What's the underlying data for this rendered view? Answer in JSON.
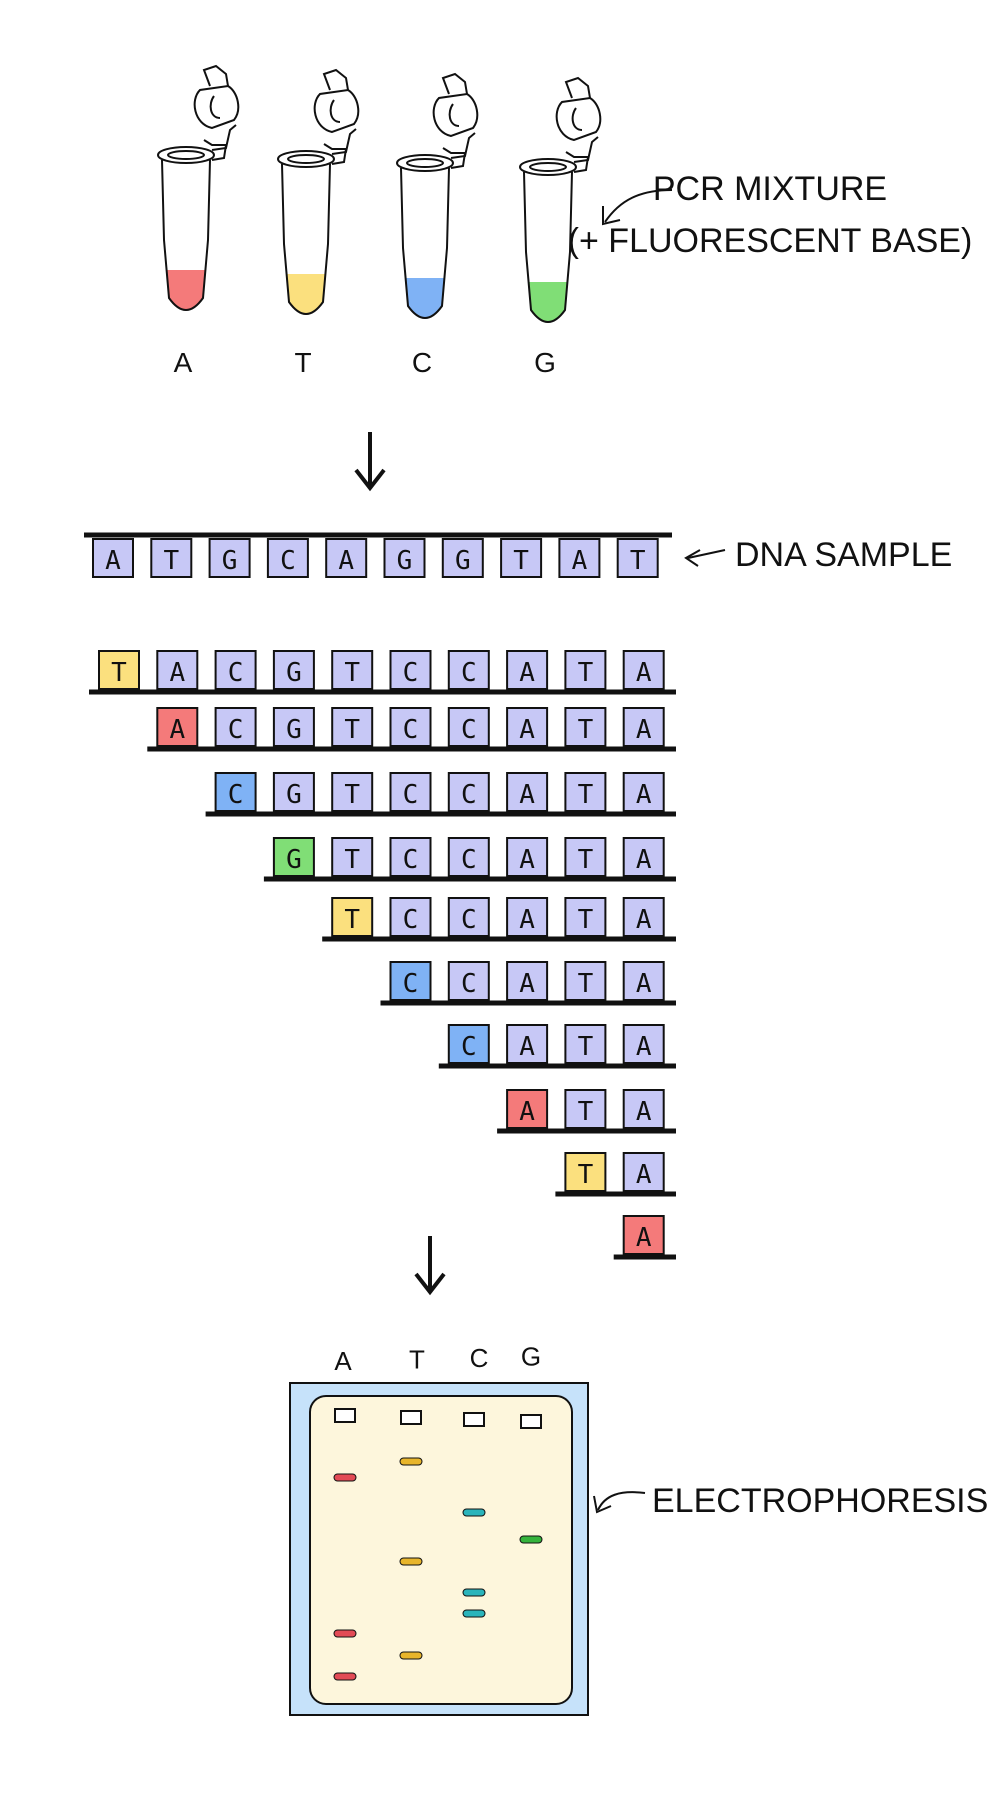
{
  "colors": {
    "A": "#f47a7a",
    "T": "#fbe07e",
    "C": "#7fb2f5",
    "G": "#80de76",
    "template": "#c7c8f6",
    "gel_outer": "#c6e2fa",
    "gel_inner": "#fdf6dc",
    "band_A": "#e24a55",
    "band_T": "#e8b52b",
    "band_C": "#2ab4bb",
    "band_G": "#35b33c"
  },
  "tubes": [
    {
      "base": "A",
      "label": "A"
    },
    {
      "base": "T",
      "label": "T"
    },
    {
      "base": "C",
      "label": "C"
    },
    {
      "base": "G",
      "label": "G"
    }
  ],
  "labels": {
    "pcr_line1": "PCR MIXTURE",
    "pcr_line2": "(+ FLUORESCENT BASE)",
    "dna_sample": "DNA SAMPLE",
    "electrophoresis": "ELECTROPHORESIS"
  },
  "dna_sample": [
    "A",
    "T",
    "G",
    "C",
    "A",
    "G",
    "G",
    "T",
    "A",
    "T"
  ],
  "complement": [
    "T",
    "A",
    "C",
    "G",
    "T",
    "C",
    "C",
    "A",
    "T",
    "A"
  ],
  "gel": {
    "lanes": [
      "A",
      "T",
      "C",
      "G"
    ],
    "bands": [
      {
        "lane": "A",
        "fragment_length": 2
      },
      {
        "lane": "T",
        "fragment_length": 1
      },
      {
        "lane": "C",
        "fragment_length": 3
      },
      {
        "lane": "G",
        "fragment_length": 4
      },
      {
        "lane": "T",
        "fragment_length": 5
      },
      {
        "lane": "C",
        "fragment_length": 6
      },
      {
        "lane": "C",
        "fragment_length": 7
      },
      {
        "lane": "A",
        "fragment_length": 8
      },
      {
        "lane": "T",
        "fragment_length": 9
      },
      {
        "lane": "A",
        "fragment_length": 10
      }
    ]
  }
}
